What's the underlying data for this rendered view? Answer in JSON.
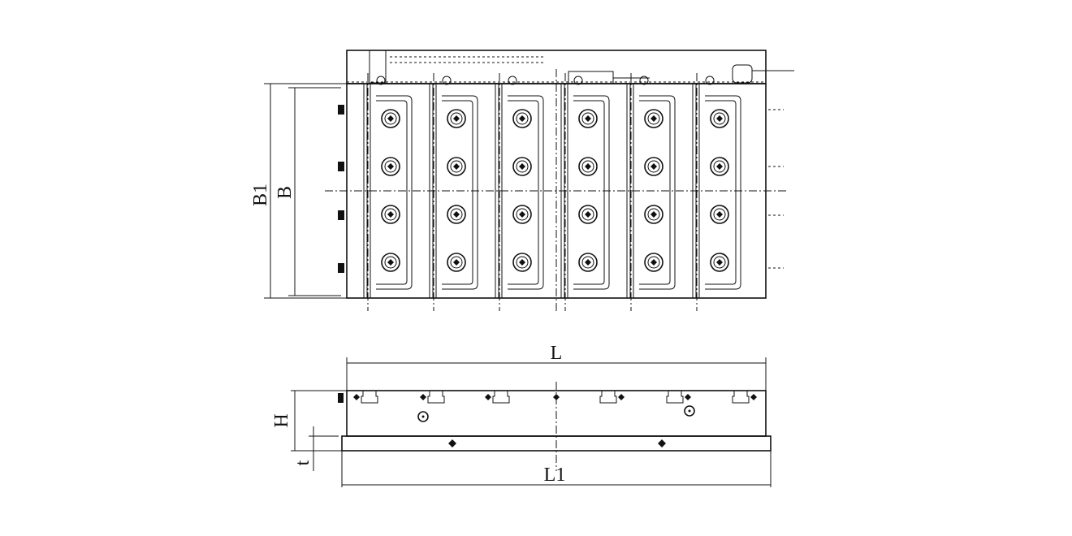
{
  "dimensions": {
    "B1": "B1",
    "B": "B",
    "L": "L",
    "L1": "L1",
    "H": "H",
    "t": "t"
  },
  "top_view": {
    "modules": 6,
    "poles_per_module": 4
  },
  "side_view": {
    "t_slots": 6
  }
}
